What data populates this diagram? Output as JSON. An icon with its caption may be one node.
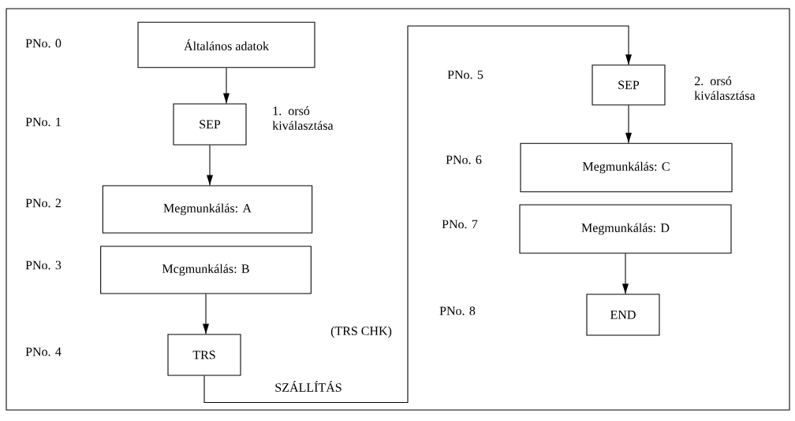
{
  "diagram": {
    "nodes": [
      {
        "text": [
          "Általános adatok"
        ]
      },
      {
        "text": [
          "SEP"
        ],
        "beside": [
          "1. orsó kiválasztása"
        ]
      },
      {
        "text": [
          "Megmunkálás: A"
        ]
      },
      {
        "text": [
          "Mcgmunkálás: B"
        ]
      },
      {
        "text": [
          "TRS"
        ]
      },
      {
        "text": [
          "SEP"
        ],
        "beside": [
          "2. orsó kiválasztása"
        ]
      },
      {
        "text": [
          "Megmunkálás: C"
        ]
      },
      {
        "text": [
          "Megmunkálás: D"
        ]
      },
      {
        "text": [
          "END"
        ]
      }
    ],
    "edges": [
      {
        "from": 0,
        "to": 1,
        "arrow": "to"
      },
      {
        "from": 1,
        "to": 2,
        "arrow": "to"
      },
      {
        "from": 3,
        "to": 4,
        "arrow": "to"
      },
      {
        "from": 4,
        "to": 5,
        "arrow": "to",
        "label": "SZÁLLÍTÁS"
      },
      {
        "from": 5,
        "to": 6,
        "arrow": "to"
      },
      {
        "from": 7,
        "to": 8,
        "arrow": "to"
      }
    ],
    "labels": [
      "(TRS CHK)",
      "PNo. 0",
      "PNo. 1",
      "PNo. 2",
      "PNo. 3",
      "PNo. 4",
      "PNo. 5",
      "PNo. 6",
      "PNo. 7",
      "PNo. 8"
    ]
  }
}
